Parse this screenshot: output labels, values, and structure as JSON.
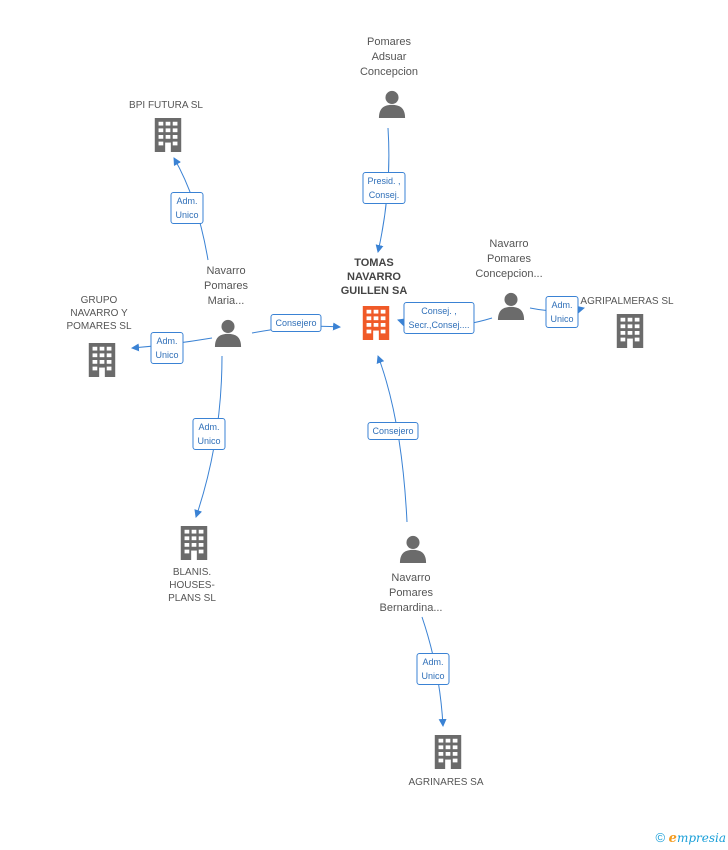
{
  "colors": {
    "edge": "#3a82d4",
    "icon": "#6b6b6b",
    "center_icon": "#f05a28"
  },
  "nodes": [
    {
      "id": "tomas",
      "kind": "company",
      "center": true,
      "label": "TOMAS\nNAVARRO\nGUILLEN SA"
    },
    {
      "id": "bpi",
      "kind": "company",
      "label": "BPI FUTURA SL"
    },
    {
      "id": "grupo",
      "kind": "company",
      "label": "GRUPO\nNAVARRO Y\nPOMARES  SL"
    },
    {
      "id": "blanis",
      "kind": "company",
      "label": "BLANIS.\nHOUSES-\nPLANS SL"
    },
    {
      "id": "agripalmeras",
      "kind": "company",
      "label": "AGRIPALMERAS SL"
    },
    {
      "id": "agrinares",
      "kind": "company",
      "label": "AGRINARES SA"
    },
    {
      "id": "pomares",
      "kind": "person",
      "label": "Pomares\nAdsuar\nConcepcion"
    },
    {
      "id": "maria",
      "kind": "person",
      "label": "Navarro\nPomares\nMaria..."
    },
    {
      "id": "concepcion",
      "kind": "person",
      "label": "Navarro\nPomares\nConcepcion..."
    },
    {
      "id": "bernardina",
      "kind": "person",
      "label": "Navarro\nPomares\nBernardina..."
    }
  ],
  "edges": [
    {
      "from": "pomares",
      "to": "tomas",
      "label": "Presid. ,\nConsej."
    },
    {
      "from": "maria",
      "to": "bpi",
      "label": "Adm.\nUnico"
    },
    {
      "from": "maria",
      "to": "grupo",
      "label": "Adm.\nUnico"
    },
    {
      "from": "maria",
      "to": "blanis",
      "label": "Adm.\nUnico"
    },
    {
      "from": "maria",
      "to": "tomas",
      "label": "Consejero"
    },
    {
      "from": "concepcion",
      "to": "tomas",
      "label": "Consej. ,\nSecr.,Consej...."
    },
    {
      "from": "concepcion",
      "to": "agripalmeras",
      "label": "Adm.\nUnico"
    },
    {
      "from": "bernardina",
      "to": "tomas",
      "label": "Consejero"
    },
    {
      "from": "bernardina",
      "to": "agrinares",
      "label": "Adm.\nUnico"
    }
  ],
  "footer": {
    "copyright": "©",
    "brand_initial": "e",
    "brand_rest": "mpresia"
  }
}
